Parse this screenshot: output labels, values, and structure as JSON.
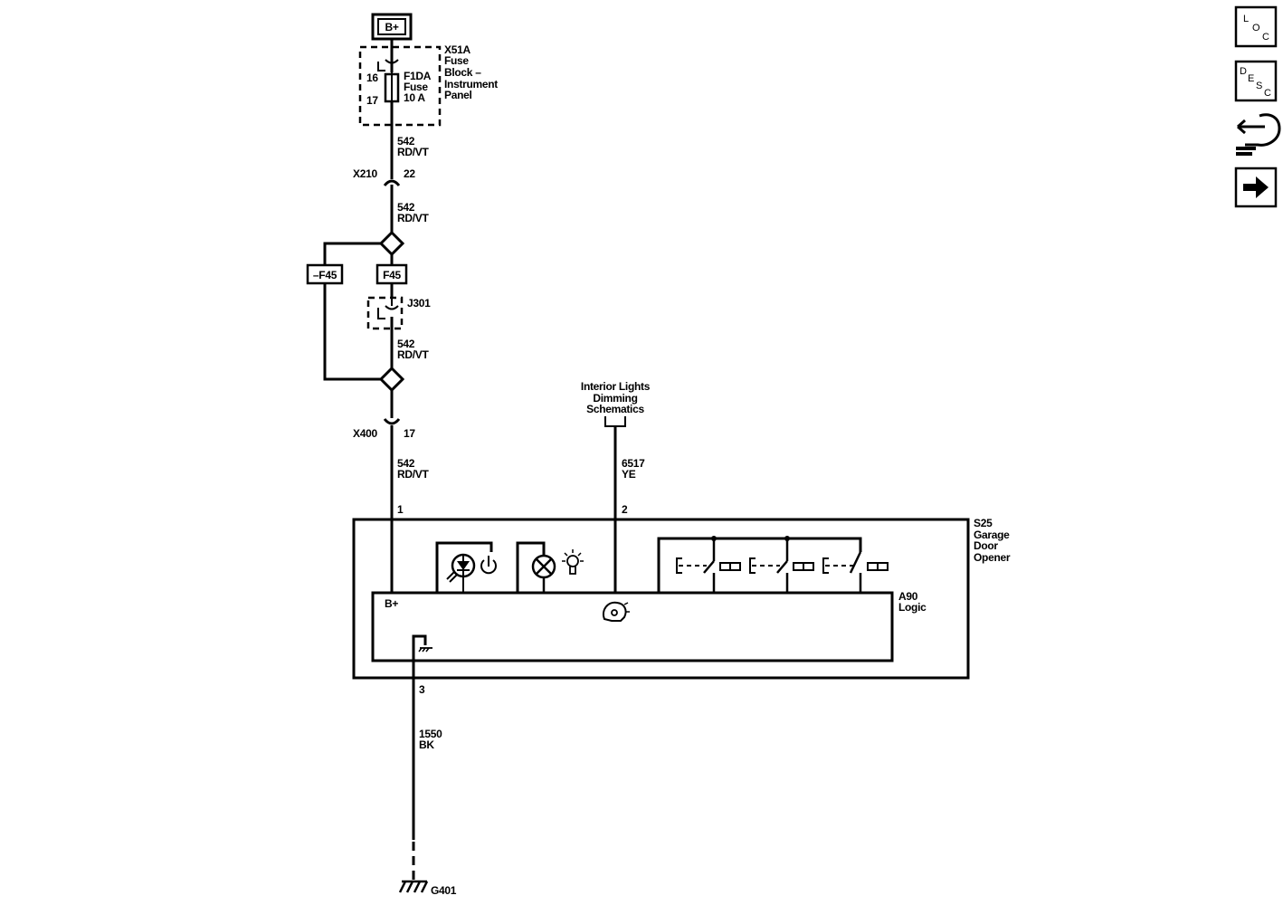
{
  "power": {
    "label": "B+"
  },
  "fuse_block": {
    "name_lines": [
      "X51A",
      "Fuse",
      "Block –",
      "Instrument",
      "Panel"
    ],
    "pin_top": "16",
    "pin_bottom": "17",
    "fuse_lines": [
      "F1DA",
      "Fuse",
      "10 A"
    ]
  },
  "wire_542": {
    "circuit": "542",
    "color": "RD/VT"
  },
  "connector_x210": {
    "name": "X210",
    "pin": "22"
  },
  "option_left": "–F45",
  "option_right": "F45",
  "jumper": "J301",
  "connector_x400": {
    "name": "X400",
    "pin": "17"
  },
  "dimming_ref": [
    "Interior Lights",
    "Dimming",
    "Schematics"
  ],
  "wire_6517": {
    "circuit": "6517",
    "color": "YE"
  },
  "module_pins": {
    "bplus": "1",
    "dimming": "2",
    "ground": "3"
  },
  "module_s25": {
    "lines": [
      "S25",
      "Garage",
      "Door",
      "Opener"
    ]
  },
  "module_a90": {
    "lines": [
      "A90",
      "Logic"
    ],
    "bplus_label": "B+"
  },
  "wire_1550": {
    "circuit": "1550",
    "color": "BK"
  },
  "ground": {
    "name": "G401"
  },
  "nav": {
    "loc": [
      "L",
      "O",
      "C"
    ],
    "desc": [
      "D",
      "E",
      "S",
      "C"
    ]
  }
}
